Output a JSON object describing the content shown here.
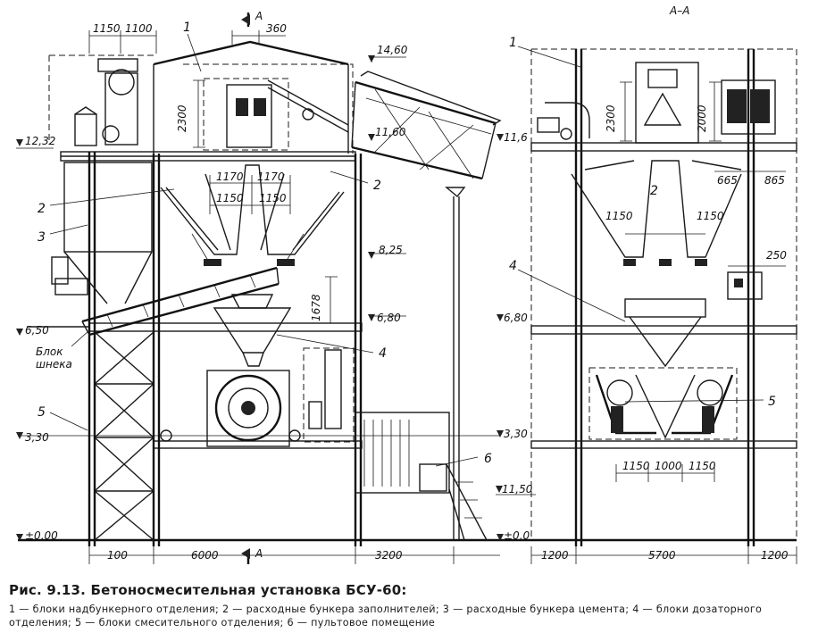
{
  "section_marks": {
    "left": "А",
    "left_bottom": "А",
    "right_title": "А–А"
  },
  "dimensions_left": {
    "top": [
      "1150",
      "1100",
      "360"
    ],
    "hoppers_a": [
      "1170",
      "1170"
    ],
    "hoppers_b": [
      "1150",
      "1150"
    ],
    "heights": [
      "2300",
      "1678"
    ],
    "bottom": [
      "100",
      "6000",
      "3200"
    ]
  },
  "dimensions_right": {
    "heights": [
      "2300",
      "2000"
    ],
    "upper": [
      "665",
      "865",
      "250"
    ],
    "hoppers": [
      "1150",
      "1150"
    ],
    "mixers": [
      "1150",
      "1000",
      "1150"
    ],
    "bottom": [
      "1200",
      "5700",
      "1200"
    ]
  },
  "levels_left": [
    "14,60",
    "12,32",
    "11,60",
    "8,25",
    "6,80",
    "6,50",
    "3,30",
    "11,50",
    "±0,00"
  ],
  "levels_right": [
    "11,6",
    "6,80",
    "3,30",
    "±0,0"
  ],
  "callouts_left": [
    "1",
    "2",
    "2",
    "3",
    "4",
    "5",
    "6"
  ],
  "callouts_right": [
    "1",
    "2",
    "4",
    "5"
  ],
  "screw_block_label": [
    "Блок",
    "шнека"
  ],
  "caption": {
    "title": "Рис. 9.13. Бетоносмесительная установка БСУ-60:",
    "legend": "1 — блоки надбункерного отделения; 2 — расходные бункера заполнителей; 3 — расходные бункера цемента; 4 — блоки дозаторного отделения; 5 — блоки смесительного отделения; 6 — пультовое помещение"
  }
}
